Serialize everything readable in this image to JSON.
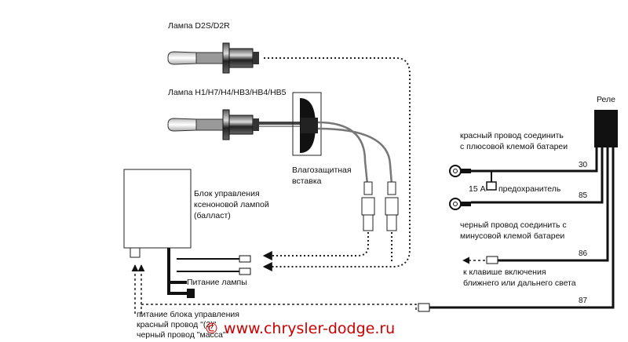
{
  "labels": {
    "lamp_d2s": "Лампа D2S/D2R",
    "lamp_h": "Лампа H1/H7/H4/HB3/HB4/HB5",
    "relay": "Реле",
    "waterproof_line1": "Влагозащитная",
    "waterproof_line2": "вставка",
    "ballast_line1": "Блок управления",
    "ballast_line2": "ксеноновой лампой",
    "ballast_line3": "(балласт)",
    "lamp_power": "Питание лампы",
    "red_wire_line1": "красный провод соединить",
    "red_wire_line2": "с плюсовой клемой батареи",
    "fuse_rating": "15 А",
    "fuse_label": "предохранитель",
    "black_wire_line1": "черный провод соединить с",
    "black_wire_line2": "минусовой клемой батареи",
    "switch_line1": "к клавише включения",
    "switch_line2": "ближнего или дальнего света",
    "pin_30": "30",
    "pin_85": "85",
    "pin_86": "86",
    "pin_87": "87",
    "supply_line1": "питание блока управления",
    "supply_line2": "красный провод \"(2)\"",
    "supply_line3": "черный провод \"масса\""
  },
  "watermark": "© www.chrysler-dodge.ru"
}
